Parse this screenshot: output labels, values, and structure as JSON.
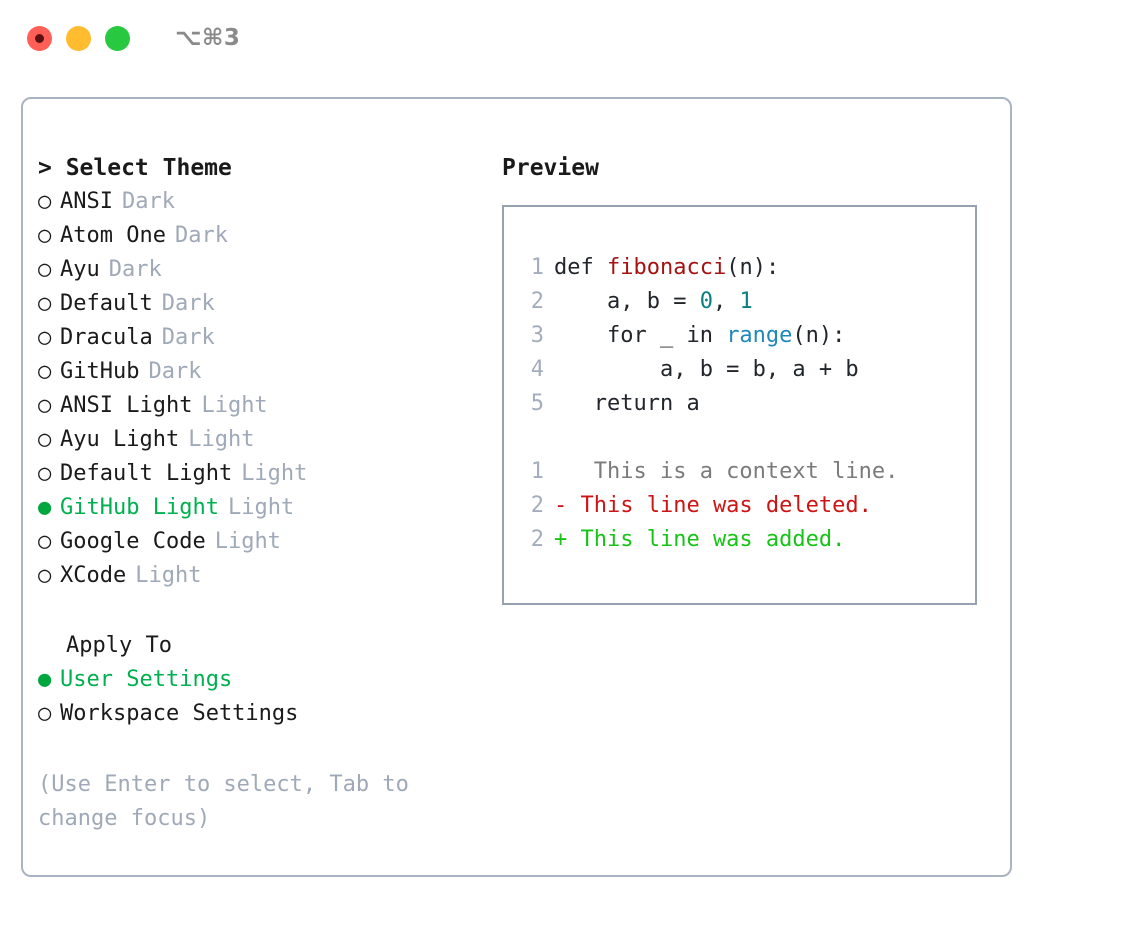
{
  "window": {
    "traffic_lights": [
      "close",
      "minimize",
      "maximize"
    ],
    "shortcut_label": "⌥⌘3"
  },
  "theme_picker": {
    "header": "> Select Theme",
    "selected_index": 9,
    "accent_color": "#00b050",
    "muted_color": "#9fa9b7",
    "bullet_on": "●",
    "bullet_off": "○",
    "items": [
      {
        "name": "ANSI",
        "kind": "Dark",
        "selected": false
      },
      {
        "name": "Atom One",
        "kind": "Dark",
        "selected": false
      },
      {
        "name": "Ayu",
        "kind": "Dark",
        "selected": false
      },
      {
        "name": "Default",
        "kind": "Dark",
        "selected": false
      },
      {
        "name": "Dracula",
        "kind": "Dark",
        "selected": false
      },
      {
        "name": "GitHub",
        "kind": "Dark",
        "selected": false
      },
      {
        "name": "ANSI Light",
        "kind": "Light",
        "selected": false
      },
      {
        "name": "Ayu Light",
        "kind": "Light",
        "selected": false
      },
      {
        "name": "Default Light",
        "kind": "Light",
        "selected": false
      },
      {
        "name": "GitHub Light",
        "kind": "Light",
        "selected": true
      },
      {
        "name": "Google Code",
        "kind": "Light",
        "selected": false
      },
      {
        "name": "XCode",
        "kind": "Light",
        "selected": false
      }
    ]
  },
  "apply_to": {
    "title": "Apply To",
    "options": [
      {
        "label": "User Settings",
        "selected": true
      },
      {
        "label": "Workspace Settings",
        "selected": false
      }
    ]
  },
  "hint": "(Use Enter to select, Tab to change focus)",
  "preview": {
    "header": "Preview",
    "code": [
      {
        "lineno": "1",
        "parts": [
          {
            "t": "def ",
            "c": "code-text"
          },
          {
            "t": "fibonacci",
            "c": "tok-func"
          },
          {
            "t": "(n):",
            "c": "code-text"
          }
        ]
      },
      {
        "lineno": "2",
        "parts": [
          {
            "t": "    a, b = ",
            "c": "code-text"
          },
          {
            "t": "0",
            "c": "tok-num"
          },
          {
            "t": ", ",
            "c": "code-text"
          },
          {
            "t": "1",
            "c": "tok-num"
          }
        ]
      },
      {
        "lineno": "3",
        "parts": [
          {
            "t": "    for _ in ",
            "c": "code-text"
          },
          {
            "t": "range",
            "c": "tok-call"
          },
          {
            "t": "(n):",
            "c": "code-text"
          }
        ]
      },
      {
        "lineno": "4",
        "parts": [
          {
            "t": "        a, b = b, a + b",
            "c": "code-text"
          }
        ]
      },
      {
        "lineno": "5",
        "parts": [
          {
            "t": "   return a",
            "c": "code-text"
          }
        ]
      }
    ],
    "diff": [
      {
        "lineno": "1",
        "marker": " ",
        "text": "  This is a context line.",
        "cls": "diff-ctx"
      },
      {
        "lineno": "2",
        "marker": "-",
        "text": " This line was deleted.",
        "cls": "diff-del"
      },
      {
        "lineno": "2",
        "marker": "+",
        "text": " This line was added.",
        "cls": "diff-add"
      }
    ]
  }
}
